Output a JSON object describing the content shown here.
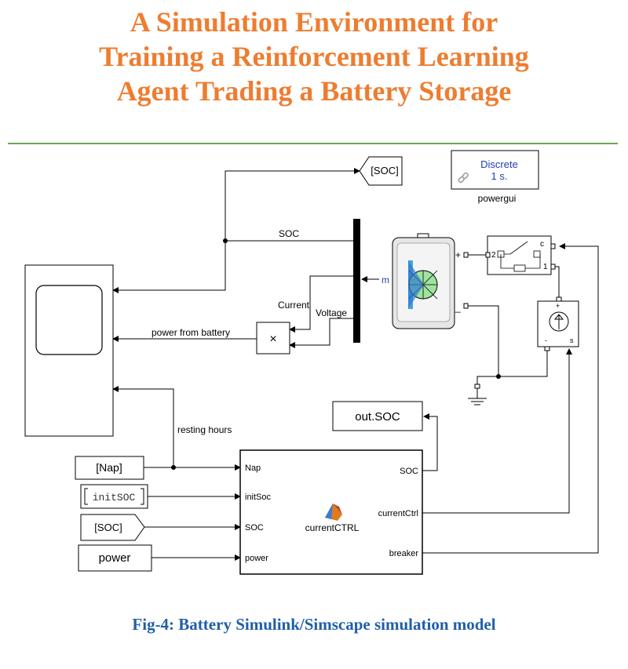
{
  "colors": {
    "title": "#ed7d31",
    "divider": "#6aa84f",
    "caption": "#1f5fa8",
    "discrete": "#1f3fb0",
    "m_label": "#1f3fb0"
  },
  "header": {
    "title_line1": "A Simulation Environment for",
    "title_line2": "Training a Reinforcement Learning",
    "title_line3": "Agent Trading a Battery Storage"
  },
  "diagram": {
    "soc_goto": "[SOC]",
    "powergui": {
      "mode": "Discrete",
      "step": "1 s.",
      "label": "powergui"
    },
    "signals": {
      "soc": "SOC",
      "current": "Current",
      "voltage": "Voltage",
      "power_from_battery": "power from battery",
      "resting_hours": "resting hours",
      "m": "m"
    },
    "multiply_symbol": "×",
    "switch": {
      "port_c": "c",
      "port_2": "2",
      "port_1": "1"
    },
    "battery": {
      "plus": "+",
      "minus": "_"
    },
    "current_source": {
      "plus": "+",
      "minus": "-",
      "s": "s"
    },
    "out_soc": "out.SOC",
    "inputs": {
      "nap": "[Nap]",
      "init_soc": "initSOC",
      "soc_from": "[SOC]",
      "power": "power"
    },
    "controller": {
      "name": "currentCTRL",
      "in_ports": [
        "Nap",
        "initSoc",
        "SOC",
        "power"
      ],
      "out_ports": [
        "SOC",
        "currentCtrl",
        "breaker"
      ]
    }
  },
  "caption": "Fig-4: Battery Simulink/Simscape simulation model"
}
